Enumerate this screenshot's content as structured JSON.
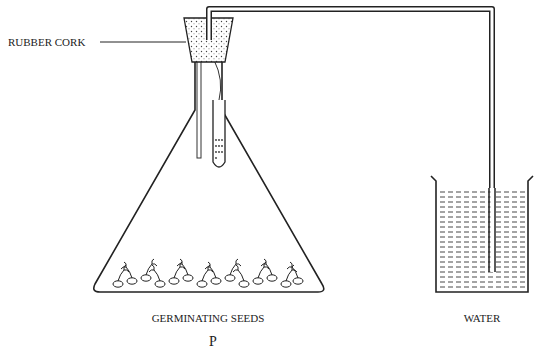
{
  "diagram": {
    "labels": [
      "RUBBER CORK",
      "GERMINATING SEEDS",
      "P",
      "WATER"
    ]
  }
}
